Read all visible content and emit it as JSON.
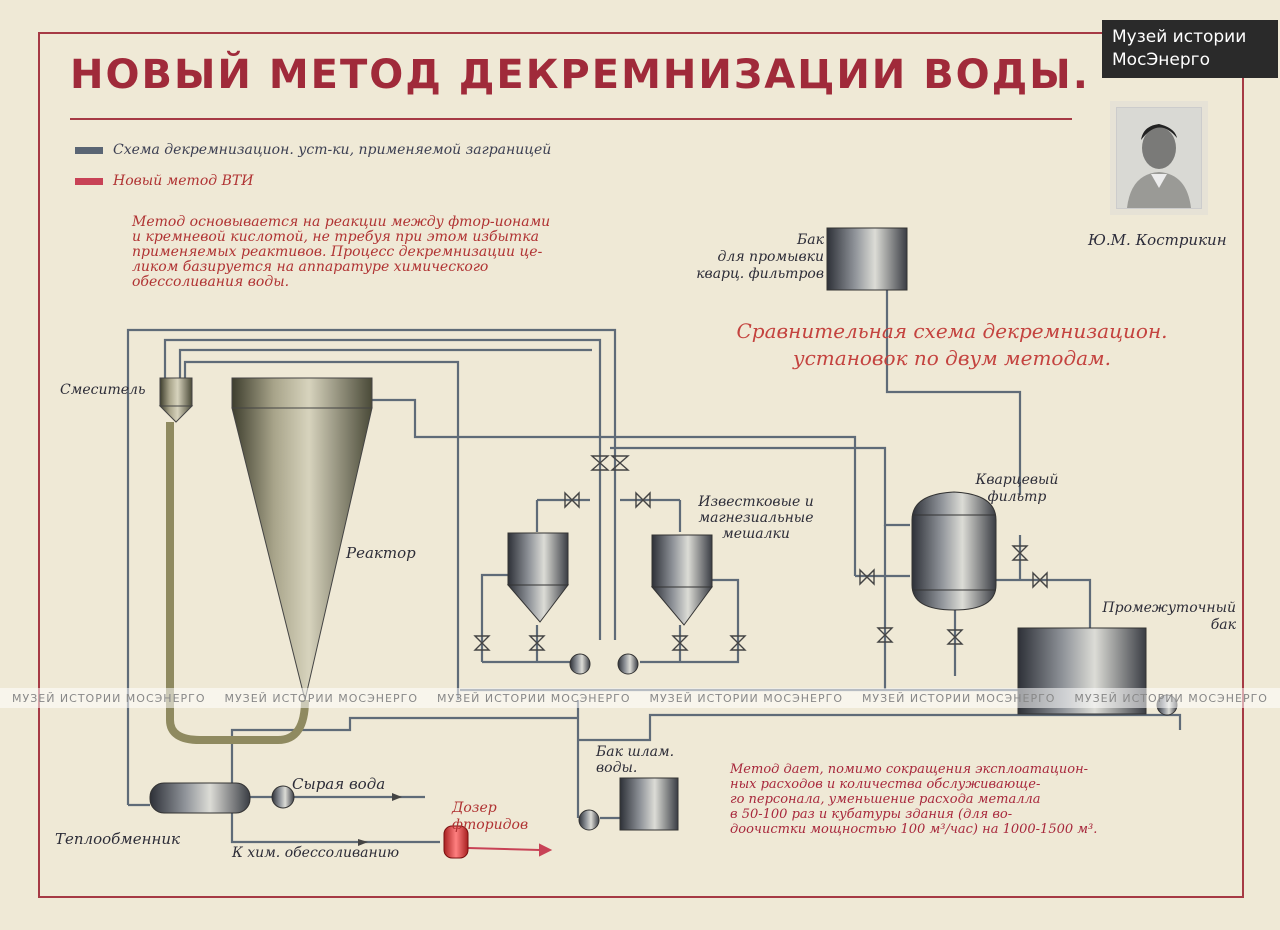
{
  "title": "НОВЫЙ МЕТОД ДЕКРЕМНИЗАЦИИ ВОДЫ.",
  "museum": {
    "line1": "Музей истории",
    "line2": "МосЭнерго"
  },
  "legend": [
    {
      "label": "Схема декремнизацион. уст-ки, применяемой заграницей",
      "color": "#5a6574"
    },
    {
      "label": "Новый метод ВТИ",
      "color": "#c84256"
    }
  ],
  "intro_text": [
    "Метод основывается на реакции между фтор-ионами",
    "и кремневой кислотой, не требуя при этом избытка",
    "применяемых реактивов. Процесс декремнизации це-",
    "ликом базируется на аппаратуре химического",
    "обессоливания воды."
  ],
  "portrait_name": "Ю.М. Кострикин",
  "subtitle": [
    "Сравнительная схема декремнизацион.",
    "установок по двум методам."
  ],
  "labels": {
    "wash_tank": [
      "Бак",
      "для промывки",
      "кварц. фильтров"
    ],
    "mixer": "Смеситель",
    "reactor": "Реактор",
    "mixers_lime": [
      "Известковые и",
      "магнезиальные",
      "мешалки"
    ],
    "quartz_filter": [
      "Кварцевый",
      "фильтр"
    ],
    "intermediate_tank": [
      "Промежуточный",
      "бак"
    ],
    "sludge_tank": [
      "Бак шлам.",
      "воды."
    ],
    "raw_water": "Сырая вода",
    "heat_exchanger": "Теплообменник",
    "to_demineralization": "К хим. обессоливанию",
    "fluoride_doser": [
      "Дозер",
      "фторидов"
    ]
  },
  "method_result": [
    "Метод дает, помимо сокращения эксплоатацион-",
    "ных расходов и количества обслуживающе-",
    "го персонала, уменьшение расхода металла",
    "в 50-100 раз и кубатуры здания (для во-",
    "доочистки мощностью 100 м³/час) на 1000-1500 м³."
  ],
  "watermark": "МУЗЕЙ ИСТОРИИ МОСЭНЕРГО"
}
